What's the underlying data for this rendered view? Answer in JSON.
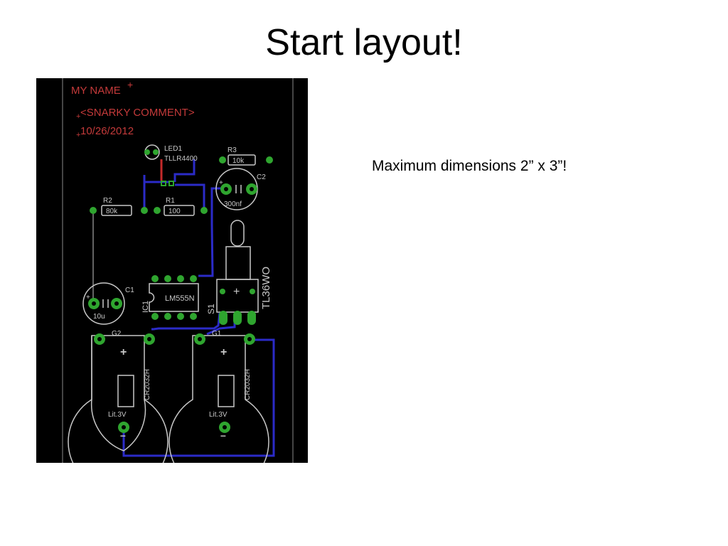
{
  "slide": {
    "title": "Start layout!",
    "note": "Maximum dimensions 2” x 3”!"
  },
  "board": {
    "text_lines": {
      "name": "MY NAME",
      "comment": "<SNARKY COMMENT>",
      "date": "10/26/2012"
    },
    "components": {
      "led": {
        "ref": "LED1",
        "value": "TLLR4400"
      },
      "r3": {
        "ref": "R3",
        "value": "10k"
      },
      "r2": {
        "ref": "R2",
        "value": "80k"
      },
      "r1": {
        "ref": "R1",
        "value": "100"
      },
      "c2": {
        "ref": "C2",
        "value": "300nf"
      },
      "c1": {
        "ref": "C1",
        "value": "10u"
      },
      "ic1": {
        "ref": "IC1",
        "value": "LM555N"
      },
      "s1": {
        "ref": "S1",
        "value": "TL36WO"
      },
      "g2": {
        "ref": "G2",
        "value": "CR2032H",
        "rating": "Lit.3V"
      },
      "g1": {
        "ref": "G1",
        "value": "CR2032H",
        "rating": "Lit.3V"
      }
    },
    "colors": {
      "background": "#000000",
      "silkscreen": "#c8c8c8",
      "text_layer": "#c43a3a",
      "pad": "#2fa52f",
      "trace_bottom": "#2b2bc8",
      "trace_top": "#c42a2a"
    }
  }
}
